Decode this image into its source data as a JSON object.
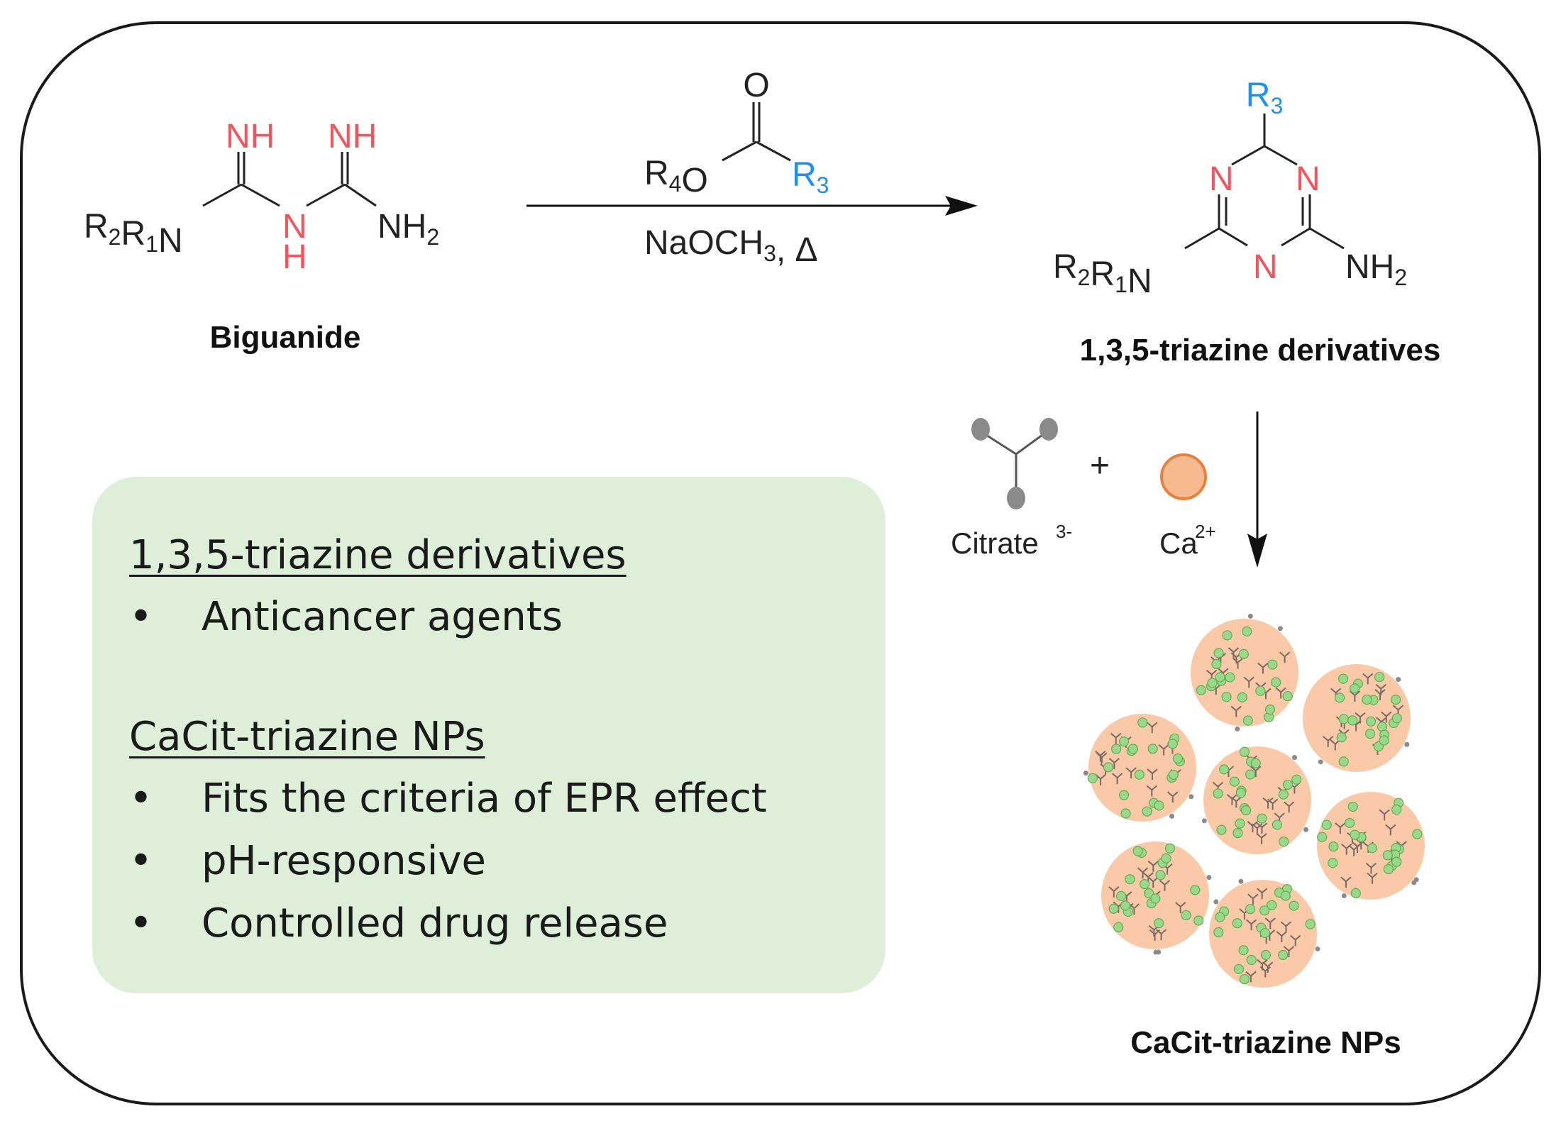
{
  "scheme": {
    "biguanide": {
      "left_group": "R2R1N",
      "imine1": "NH",
      "imine2": "NH",
      "bridge_n": "N",
      "bridge_h": "H",
      "amine": "NH2",
      "label": "Biguanide"
    },
    "reaction": {
      "reagent_carbonyl_o": "O",
      "reagent_ester": "R4O",
      "reagent_r": "R3",
      "conditions": "NaOCH3, Δ"
    },
    "triazine": {
      "substituent_top": "R3",
      "ring_n": "N",
      "left_group": "R2R1N",
      "amine": "NH2",
      "label": "1,3,5-triazine derivatives"
    },
    "assembly": {
      "citrate_label": "Citrate",
      "citrate_charge": "3-",
      "plus": "+",
      "calcium_label": "Ca",
      "calcium_charge": "2+",
      "product_label": "CaCit-triazine NPs"
    }
  },
  "info_box": {
    "sections": [
      {
        "heading": "1,3,5-triazine derivatives",
        "items": [
          "Anticancer agents"
        ]
      },
      {
        "heading": "CaCit-triazine NPs",
        "items": [
          "Fits the criteria of EPR effect",
          "pH-responsive",
          "Controlled drug release"
        ]
      }
    ],
    "bullet": "•"
  },
  "colors": {
    "frame": "#1a1a1a",
    "heteroatom_red": "#f2555e",
    "substituent_blue": "#1f8ff0",
    "box_fill": "#ddefd8",
    "particle_fill": "#f9c9a8",
    "calcium_fill": "#f7b98f",
    "calcium_stroke": "#e7823e",
    "green_dot": "#9ad88c",
    "citrate_gray": "#8a8a8a"
  }
}
